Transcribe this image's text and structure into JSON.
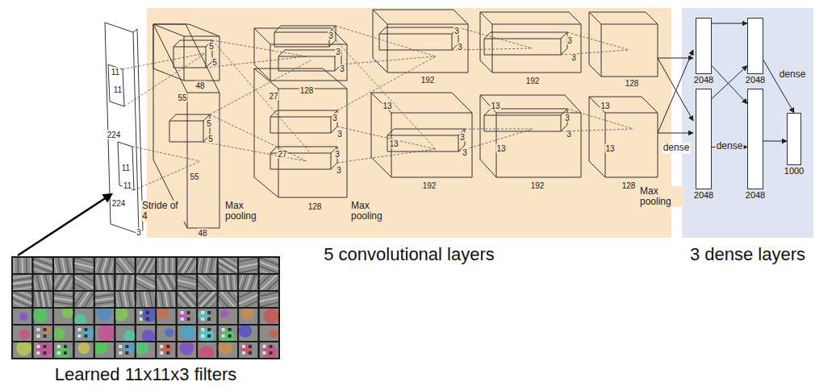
{
  "diagram": {
    "nodes": [
      {
        "text": [
          "5 convolutional layers"
        ]
      },
      {
        "text": [
          "3 dense layers"
        ]
      },
      {
        "text": [
          "2048"
        ],
        "in": 1
      },
      {
        "text": [
          "2048"
        ],
        "in": 1
      },
      {
        "text": [
          "2048"
        ],
        "in": 1
      },
      {
        "text": [
          "2048"
        ],
        "in": 1
      },
      {
        "text": [
          "1000"
        ],
        "in": 1
      },
      {
        "text": [
          "Learned 11x11x3 filters"
        ]
      }
    ],
    "edges": [
      {
        "from": 2,
        "to": 4,
        "arrow": "to"
      },
      {
        "from": 2,
        "to": 5,
        "arrow": "to"
      },
      {
        "from": 3,
        "to": 4,
        "arrow": "to"
      },
      {
        "from": 3,
        "to": 5,
        "label": "dense",
        "arrow": "to"
      },
      {
        "from": 4,
        "to": 6,
        "label": "dense",
        "arrow": "to"
      },
      {
        "from": 5,
        "to": 6,
        "arrow": "to"
      }
    ],
    "labels": [
      "11",
      "11",
      "224",
      "11",
      "11",
      "224",
      "3",
      "Stride of 4",
      "5",
      "5",
      "48",
      "5",
      "5",
      "55",
      "55",
      "48",
      "Max pooling",
      "3",
      "3",
      "3",
      "128",
      "27",
      "3",
      "3",
      "27",
      "3",
      "3",
      "128",
      "Max pooling",
      "3",
      "3",
      "192",
      "13",
      "3",
      "13",
      "3",
      "192",
      "3",
      "3",
      "192",
      "13",
      "3",
      "13",
      "3",
      "192",
      "128",
      "13",
      "13",
      "128",
      "Max pooling",
      "dense"
    ]
  }
}
